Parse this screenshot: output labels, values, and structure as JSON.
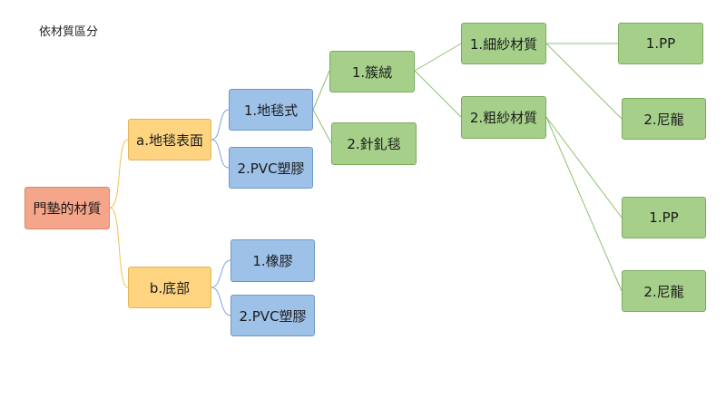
{
  "title": "依材質區分",
  "root": {
    "label": "門墊的材質"
  },
  "level1": [
    {
      "label": "a.地毯表面"
    },
    {
      "label": "b.底部"
    }
  ],
  "level2": [
    {
      "label": "1.地毯式"
    },
    {
      "label": "2.PVC塑膠"
    },
    {
      "label": "1.橡膠"
    },
    {
      "label": "2.PVC塑膠"
    }
  ],
  "level3": [
    {
      "label": "1.簇絨"
    },
    {
      "label": "2.針釓毯"
    }
  ],
  "level4": [
    {
      "label": "1.細紗材質"
    },
    {
      "label": "2.粗紗材質"
    }
  ],
  "level5": [
    {
      "label": "1.PP"
    },
    {
      "label": "2.尼龍"
    },
    {
      "label": "1.PP"
    },
    {
      "label": "2.尼龍"
    }
  ],
  "colors": {
    "root": "#f4a58a",
    "orange": "#ffd480",
    "blue": "#9ec1e8",
    "green": "#a6d08a",
    "line_orange": "#f2c14e",
    "line_blue": "#7aa6d6",
    "line_green": "#8dc26f"
  }
}
